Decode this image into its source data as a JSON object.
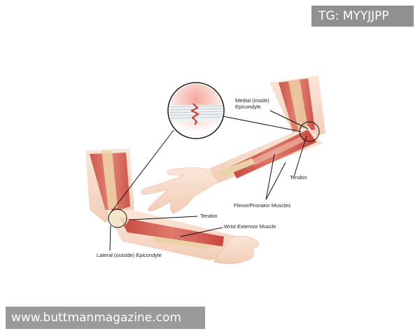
{
  "watermark_tag": "TG: MYYJJPP",
  "watermark_site": "www.buttmanmagazine.com",
  "labels": {
    "medial_line1": "Medial (inside)",
    "medial_line2": "Epicondyle",
    "tendon_right": "Tendon",
    "flexor": "Flexor/Pronator Muscles",
    "tendon_left": "Tendon",
    "wrist_extensor": "Wrist Extensor Muscle",
    "lateral": "Lateral (outside) Epicondyle"
  },
  "colors": {
    "skin": "#f6dccb",
    "muscle": "#d9665a",
    "muscle_dark": "#b8433d",
    "tendon": "#e8c9a0",
    "bone": "#f3e6c9",
    "line": "#111111"
  }
}
